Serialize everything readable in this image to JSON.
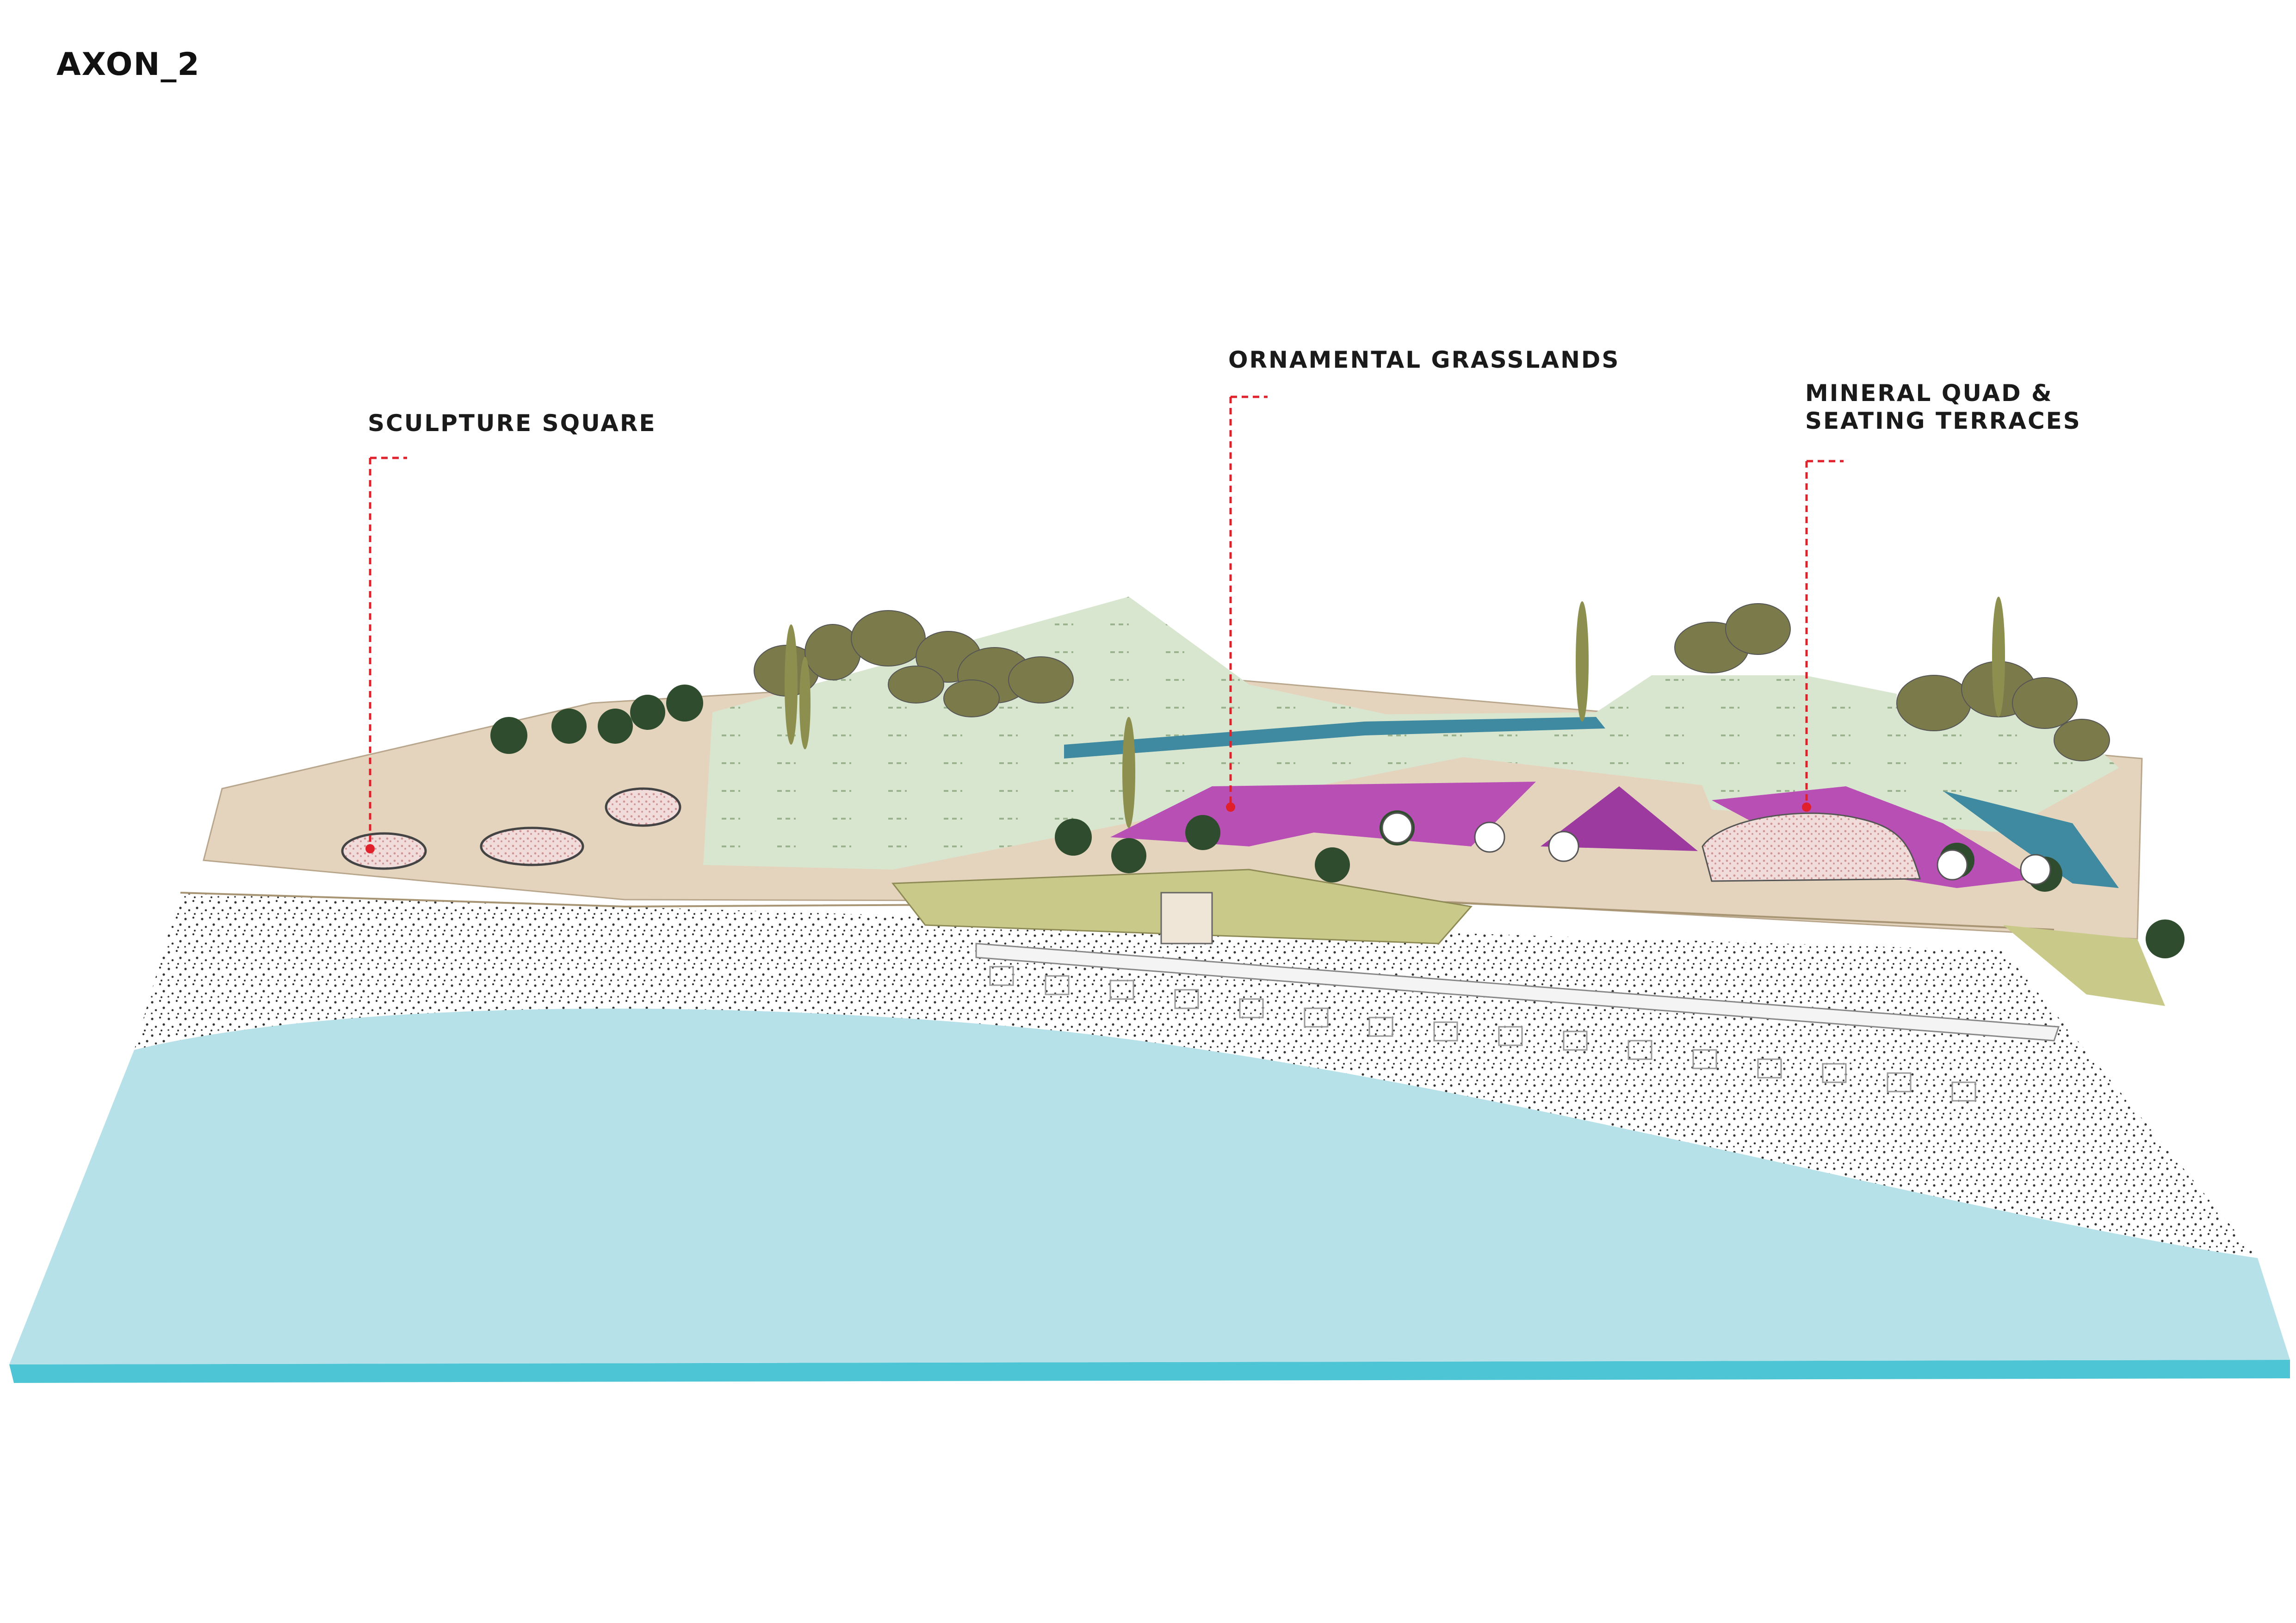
{
  "title": "AXON_2",
  "annotations": [
    {
      "id": "sculpture-square",
      "lines": [
        "SCULPTURE SQUARE"
      ]
    },
    {
      "id": "ornamental-grasslands",
      "lines": [
        "ORNAMENTAL GRASSLANDS"
      ]
    },
    {
      "id": "mineral-quad",
      "lines": [
        "MINERAL QUAD &",
        "SEATING TERRACES"
      ]
    }
  ],
  "colors": {
    "sea": "#b7e1e9",
    "sea_edge": "#4ec5d4",
    "sand": "#ffffff",
    "promenade": "#e4d4bd",
    "grass": "#d8e6cf",
    "purple": "#b84fb5",
    "leader": "#e0202a",
    "canal": "#3f8aa0",
    "olive": "#c9c98a"
  }
}
